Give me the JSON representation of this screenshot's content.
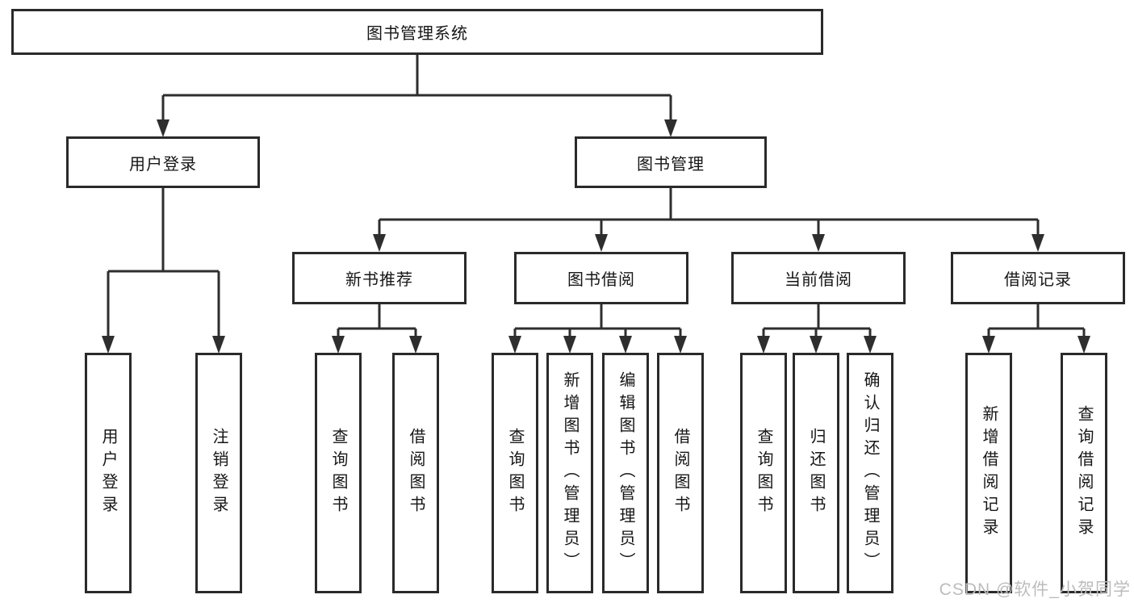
{
  "diagram": {
    "root": {
      "label": "图书管理系统"
    },
    "branches": [
      {
        "label": "用户登录",
        "children": [
          {
            "label": "用户登录"
          },
          {
            "label": "注销登录"
          }
        ]
      },
      {
        "label": "图书管理",
        "children": [
          {
            "label": "新书推荐",
            "children": [
              {
                "label": "查询图书"
              },
              {
                "label": "借阅图书"
              }
            ]
          },
          {
            "label": "图书借阅",
            "children": [
              {
                "label": "查询图书"
              },
              {
                "label": "新增图书（管理员）"
              },
              {
                "label": "编辑图书（管理员）"
              },
              {
                "label": "借阅图书"
              }
            ]
          },
          {
            "label": "当前借阅",
            "children": [
              {
                "label": "查询图书"
              },
              {
                "label": "归还图书"
              },
              {
                "label": "确认归还（管理员）"
              }
            ]
          },
          {
            "label": "借阅记录",
            "children": [
              {
                "label": "新增借阅记录"
              },
              {
                "label": "查询借阅记录"
              }
            ]
          }
        ]
      }
    ]
  },
  "watermark": {
    "text": "CSDN @软件_小贺同学"
  },
  "colors": {
    "line": "#2e2e2e",
    "box_border": "#2a2a2a",
    "text": "#161616",
    "watermark": "#bcbcbc",
    "background": "#ffffff"
  }
}
